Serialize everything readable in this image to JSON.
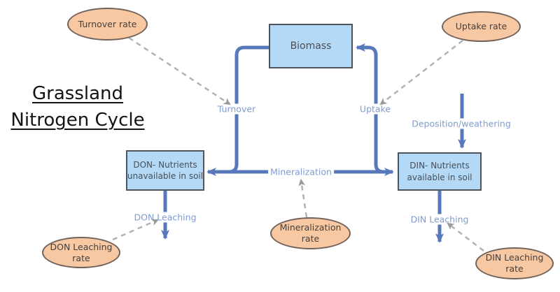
{
  "title": {
    "line1": "Grassland",
    "line2": "Nitrogen Cycle"
  },
  "boxes": {
    "biomass": {
      "label": "Biomass"
    },
    "don": {
      "line1": "DON- Nutrients",
      "line2": "unavailable in soil"
    },
    "din": {
      "line1": "DIN- Nutrients",
      "line2": "available in soil"
    }
  },
  "flow_labels": {
    "turnover": "Turnover",
    "uptake": "Uptake",
    "deposition": "Deposition/weathering",
    "mineralization": "Mineralization",
    "don_leaching": "DON Leaching",
    "din_leaching": "DIN Leaching"
  },
  "rate_ellipses": {
    "turnover_rate": {
      "line1": "Turnover rate"
    },
    "uptake_rate": {
      "line1": "Uptake rate"
    },
    "mineralization_rate": {
      "line1": "Mineralization",
      "line2": "rate"
    },
    "don_leaching_rate": {
      "line1": "DON Leaching",
      "line2": "rate"
    },
    "din_leaching_rate": {
      "line1": "DIN Leaching",
      "line2": "rate"
    }
  },
  "colors": {
    "flow_arrow": "#5878BC",
    "flow_label_text": "#7E9BD0",
    "box_fill": "#B3D9F6",
    "box_border": "#4F555C",
    "box_text": "#474E56",
    "ellipse_fill": "#F8C8A2",
    "ellipse_border": "#71625A",
    "ellipse_text": "#453F3B",
    "dashed_arrow": "#B2B2B2",
    "dashed_arrowhead": "#9A9A9A",
    "title_text": "#141414",
    "background": "#FFFFFF"
  }
}
